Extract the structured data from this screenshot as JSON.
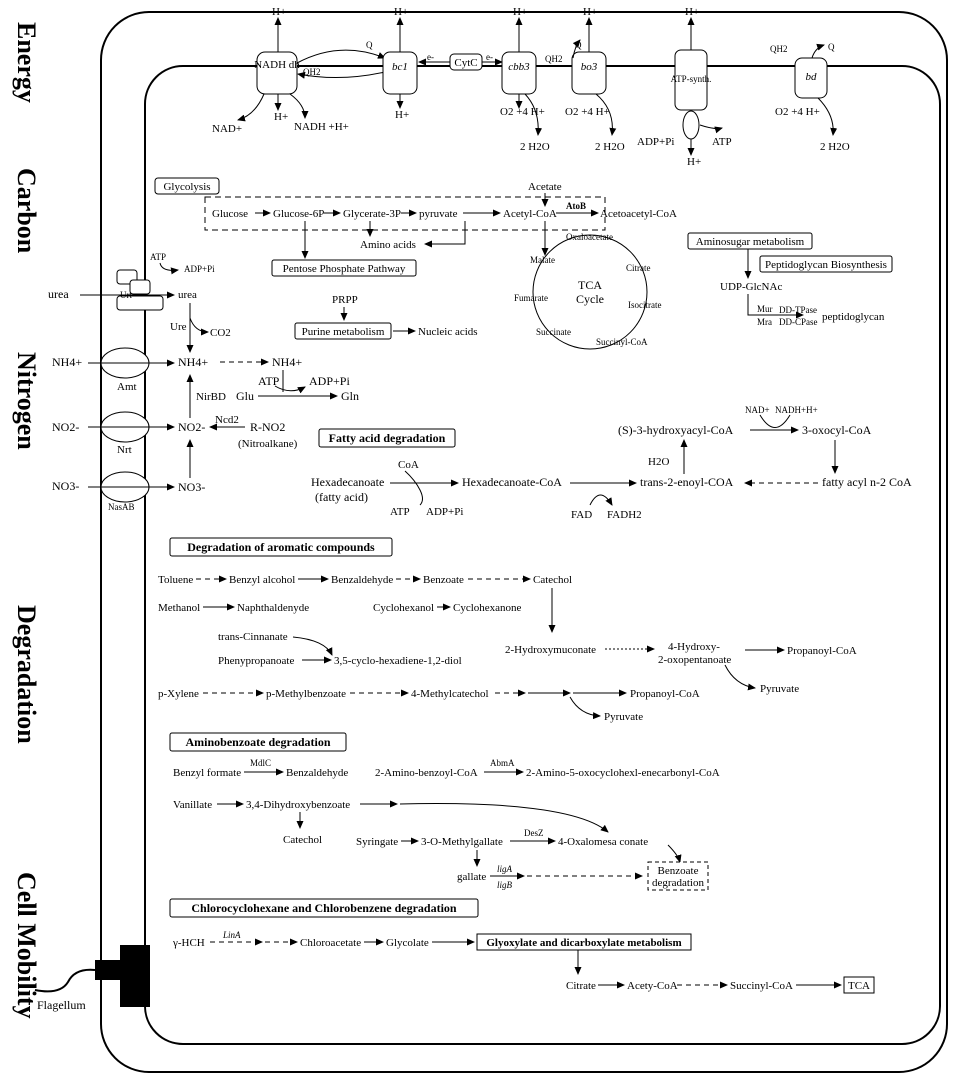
{
  "sections": {
    "energy": "Energy",
    "carbon": "Carbon",
    "nitrogen": "Nitrogen",
    "degradation": "Degradation",
    "cell_mobility": "Cell Mobility"
  },
  "energy": {
    "h_plus": "H+",
    "nadh_dh": "NADH dh",
    "bc1": "bc1",
    "cytc": "CytC",
    "cbb3": "cbb3",
    "bo3": "bo3",
    "atp_synth": "ATP-synth.",
    "bd": "bd",
    "q": "Q",
    "qh2": "QH2",
    "e_minus": "e-",
    "nad_plus": "NAD+",
    "nadh_h": "NADH +H+",
    "o2_4h": "O2 +4 H+",
    "two_h2o": "2 H2O",
    "adp_pi": "ADP+Pi",
    "atp": "ATP"
  },
  "carbon": {
    "glycolysis": "Glycolysis",
    "glucose": "Glucose",
    "glucose6p": "Glucose-6P",
    "glycerate3p": "Glycerate-3P",
    "pyruvate": "pyruvate",
    "acetyl_coa": "Acetyl-CoA",
    "atob": "AtoB",
    "acetoacetyl_coa": "Acetoacetyl-CoA",
    "acetate": "Acetate",
    "amino_acids": "Amino acids",
    "ppp": "Pentose Phosphate Pathway",
    "prpp": "PRPP",
    "purine": "Purine metabolism",
    "nucleic": "Nucleic acids",
    "tca_cycle": "TCA Cycle",
    "oxaloacetate": "Oxaloacetate",
    "citrate": "Citrate",
    "isocitrate": "Isocitrate",
    "succinyl_coa": "Succinyl-CoA",
    "succinate": "Succinate",
    "fumarate": "Fumarate",
    "malate": "Malate",
    "aminosugar": "Aminosugar metabolism",
    "peptidoglycan_bio": "Peptidoglycan Biosynthesis",
    "udp_glcnac": "UDP-GlcNAc",
    "mur": "Mur",
    "mra": "Mra",
    "dd_tpase": "DD-TPase",
    "dd_cpase": "DD-CPase",
    "peptidoglycan": "peptidoglycan"
  },
  "nitrogen": {
    "atp": "ATP",
    "adp_pi": "ADP+Pi",
    "urea": "urea",
    "urt": "Urt",
    "ure": "Ure",
    "co2": "CO2",
    "nh4": "NH4+",
    "amt": "Amt",
    "glu": "Glu",
    "gln": "Gln",
    "nirbd": "NirBD",
    "no2": "NO2-",
    "nrt": "Nrt",
    "ncd2": "Ncd2",
    "r_no2": "R-NO2",
    "nitroalkane": "(Nitroalkane)",
    "no3": "NO3-",
    "nasab": "NasAB"
  },
  "fatty": {
    "title": "Fatty acid degradation",
    "hexadecanoate": "Hexadecanoate",
    "fatty_acid": "(fatty acid)",
    "coa": "CoA",
    "atp": "ATP",
    "adp_pi": "ADP+Pi",
    "hexadecanoate_coa": "Hexadecanoate-CoA",
    "fad": "FAD",
    "fadh2": "FADH2",
    "trans2": "trans-2-enoyl-COA",
    "h2o": "H2O",
    "hydroxyacyl": "(S)-3-hydroxyacyl-CoA",
    "nad": "NAD+",
    "nadh": "NADH+H+",
    "oxocyl": "3-oxocyl-CoA",
    "fatty_acyl": "fatty acyl n-2 CoA"
  },
  "aromatic": {
    "title": "Degradation of aromatic compounds",
    "toluene": "Toluene",
    "benzyl_alcohol": "Benzyl alcohol",
    "benzaldehyde": "Benzaldehyde",
    "benzoate": "Benzoate",
    "catechol": "Catechol",
    "methanol": "Methanol",
    "naphthaldenyde": "Naphthaldenyde",
    "cyclohexanol": "Cyclohexanol",
    "cyclohexanone": "Cyclohexanone",
    "trans_cinnanate": "trans-Cinnanate",
    "phenylpropanoate": "Phenypropanoate",
    "cyclohexadiene": "3,5-cyclo-hexadiene-1,2-diol",
    "hydroxymuconate": "2-Hydroxymuconate",
    "hydroxy_oxo": "4-Hydroxy- 2-oxopentanoate",
    "propanoyl_coa": "Propanoyl-CoA",
    "pyruvate": "Pyruvate",
    "p_xylene": "p-Xylene",
    "p_methylbenzoate": "p-Methylbenzoate",
    "methylcatechol": "4-Methylcatechol"
  },
  "aminobenzoate": {
    "title": "Aminobenzoate degradation",
    "benzyl_formate": "Benzyl formate",
    "mdlc": "MdlC",
    "benzaldehyde": "Benzaldehyde",
    "amino_benzoyl": "2-Amino-benzoyl-CoA",
    "abma": "AbmA",
    "amino_oxo": "2-Amino-5-oxocyclohexl-enecarbonyl-CoA",
    "vanillate": "Vanillate",
    "dihydroxybenzoate": "3,4-Dihydroxybenzoate",
    "catechol": "Catechol",
    "syringate": "Syringate",
    "methylgallate": "3-O-Methylgallate",
    "desz": "DesZ",
    "oxalomesa": "4-Oxalomesa conate",
    "gallate": "gallate",
    "liga": "ligA",
    "ligb": "ligB",
    "benzoate_deg": "Benzoate degradation"
  },
  "chloro": {
    "title": "Chlorocyclohexane and Chlorobenzene degradation",
    "hch": "γ-HCH",
    "lina": "LinA",
    "chloroacetate": "Chloroacetate",
    "glycolate": "Glycolate",
    "glyoxylate": "Glyoxylate and dicarboxylate metabolism",
    "citrate": "Citrate",
    "acety_coa": "Acety-CoA",
    "succinyl_coa": "Succinyl-CoA",
    "tca": "TCA"
  },
  "mobility": {
    "flagellum": "Flagellum"
  }
}
